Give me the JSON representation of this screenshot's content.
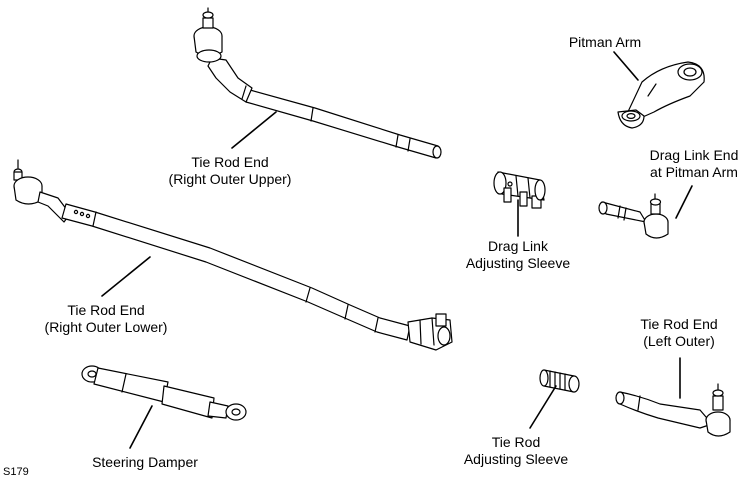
{
  "labels": {
    "tie_rod_upper": [
      "Tie Rod End",
      "(Right Outer Upper)"
    ],
    "tie_rod_lower": [
      "Tie Rod End",
      "(Right Outer Lower)"
    ],
    "pitman_arm": [
      "Pitman Arm"
    ],
    "drag_link_end": [
      "Drag Link End",
      "at Pitman Arm"
    ],
    "drag_link_sleeve": [
      "Drag Link",
      "Adjusting Sleeve"
    ],
    "tie_rod_left": [
      "Tie Rod End",
      "(Left Outer)"
    ],
    "tie_rod_sleeve": [
      "Tie Rod",
      "Adjusting Sleeve"
    ],
    "steering_damper": [
      "Steering Damper"
    ]
  },
  "figure_code": "S179",
  "colors": {
    "stroke": "#000000",
    "fill": "#ffffff"
  }
}
